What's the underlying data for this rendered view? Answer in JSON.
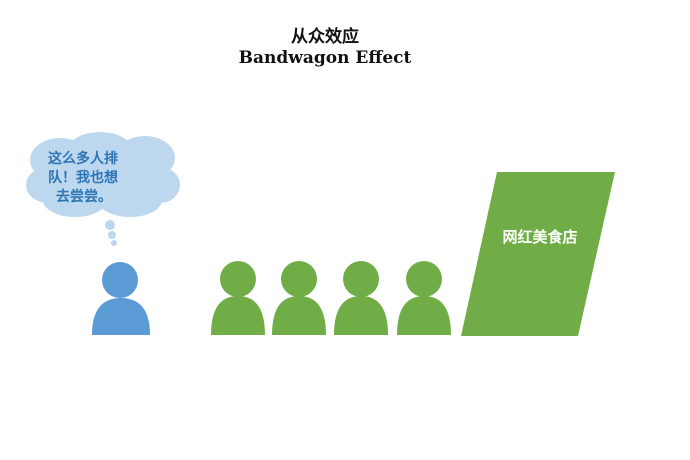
{
  "title": {
    "zh": "从众效应",
    "en": "Bandwagon Effect"
  },
  "thought_bubble": {
    "lines": [
      "这么多人排",
      "队！我也想",
      "去尝尝。"
    ]
  },
  "shop": {
    "label": "网红美食店"
  },
  "colors": {
    "observer": "#5b9bd5",
    "queue": "#70ad47",
    "cloud": "#bdd7ee",
    "cloud_text": "#2e75b6",
    "shop": "#70ad47"
  },
  "queue_count": 4
}
